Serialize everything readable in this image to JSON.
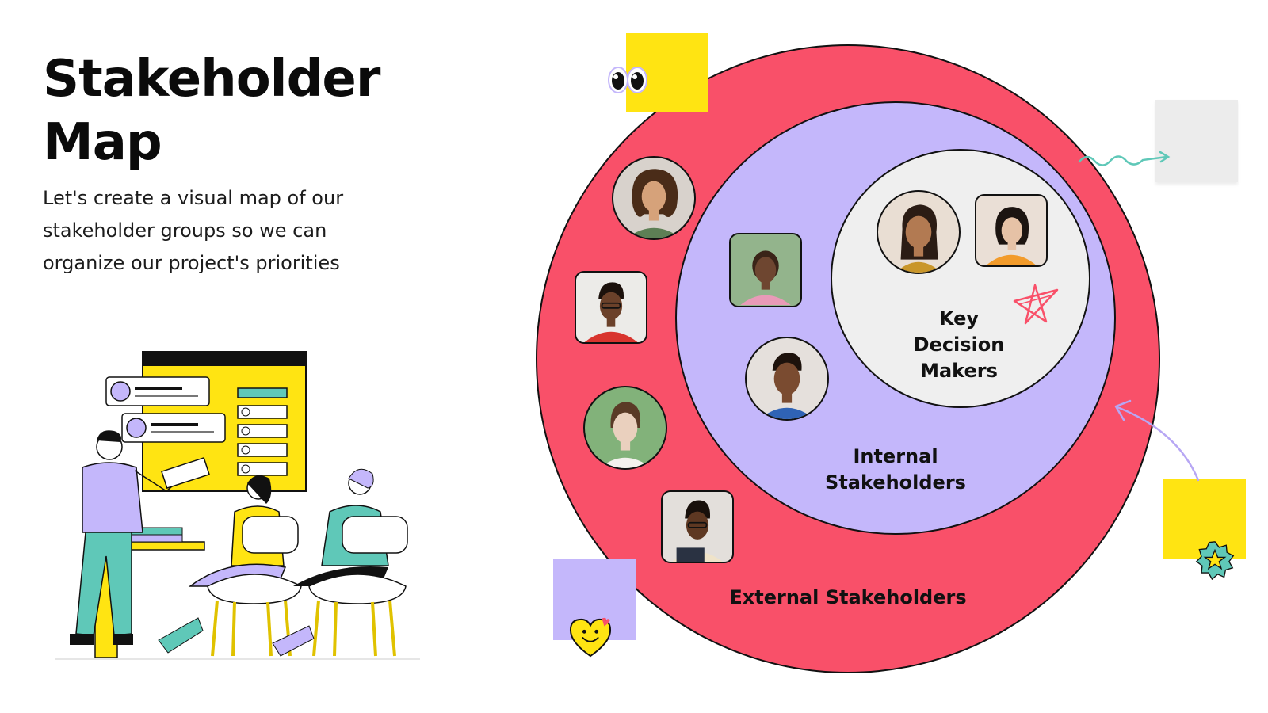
{
  "header": {
    "title_line1": "Stakeholder",
    "title_line2": "Map",
    "subtitle_line1": "Let's create a visual map of our",
    "subtitle_line2": "stakeholder groups so we can",
    "subtitle_line3": "organize our project's priorities"
  },
  "diagram": {
    "rings": [
      {
        "name": "External Stakeholders",
        "color": "#f95069",
        "lines": [
          "External Stakeholders"
        ]
      },
      {
        "name": "Internal Stakeholders",
        "color": "#c4b7fb",
        "lines": [
          "Internal",
          "Stakeholders"
        ]
      },
      {
        "name": "Key Decision Makers",
        "color": "#efefef",
        "lines": [
          "Key",
          "Decision",
          "Makers"
        ]
      }
    ],
    "people": {
      "key_decision_makers": 2,
      "internal_stakeholders": 2,
      "external_stakeholders": 4
    }
  },
  "colors": {
    "outer_ring": "#f95069",
    "middle_ring": "#c4b7fb",
    "inner_circle": "#efefef",
    "sticky_yellow": "#ffe412",
    "sticky_purple": "#c4b7fb",
    "sticky_gray": "#ececec",
    "accent_teal": "#5fc8b8"
  },
  "decorations": [
    "googly-eyes-icon",
    "squiggle-arrow-icon",
    "star-doodle-icon",
    "curved-arrow-icon",
    "star-badge-icon",
    "heart-smiley-icon"
  ]
}
